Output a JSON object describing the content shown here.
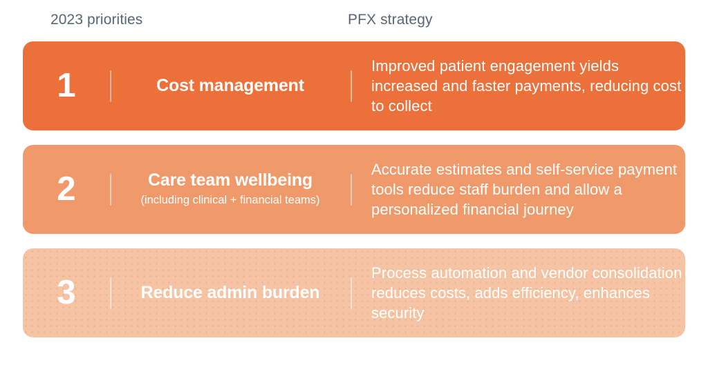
{
  "headers": {
    "priorities_label": "2023 priorities",
    "strategy_label": "PFX strategy",
    "text_color": "#5a6572"
  },
  "rows": [
    {
      "number": "1",
      "title": "Cost management",
      "subtitle": "",
      "description": "Improved patient engagement yields increased and faster payments, reducing cost to collect",
      "background_color": "#ec703a",
      "text_color": "#ffffff"
    },
    {
      "number": "2",
      "title": "Care team wellbeing",
      "subtitle": "(including clinical + financial teams)",
      "description": "Accurate estimates and self-service payment tools reduce staff burden and allow a personalized financial journey",
      "background_color": "#f09a6b",
      "text_color": "#ffffff"
    },
    {
      "number": "3",
      "title": "Reduce admin burden",
      "subtitle": "",
      "description": "Process automation and vendor consolidation reduces costs, adds efficiency, enhances security",
      "background_color": "#f5c4a4",
      "text_color": "#ffffff"
    }
  ]
}
